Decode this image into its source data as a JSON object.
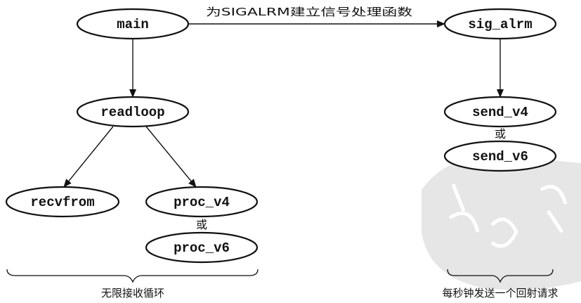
{
  "nodes": {
    "main": "main",
    "readloop": "readloop",
    "recvfrom": "recvfrom",
    "proc_v4": "proc_v4",
    "proc_v6": "proc_v6",
    "sig_alrm": "sig_alrm",
    "send_v4": "send_v4",
    "send_v6": "send_v6"
  },
  "edge_labels": {
    "main_to_sig_alrm": "为SIGALRM建立信号处理函数"
  },
  "alternatives": {
    "proc_or": "或",
    "send_or": "或"
  },
  "captions": {
    "left": "无限接收循环",
    "right": "每秒钟发送一个回射请求"
  },
  "colors": {
    "ink": "#111111",
    "background": "#ffffff",
    "watermark": "#e6e6e6"
  }
}
